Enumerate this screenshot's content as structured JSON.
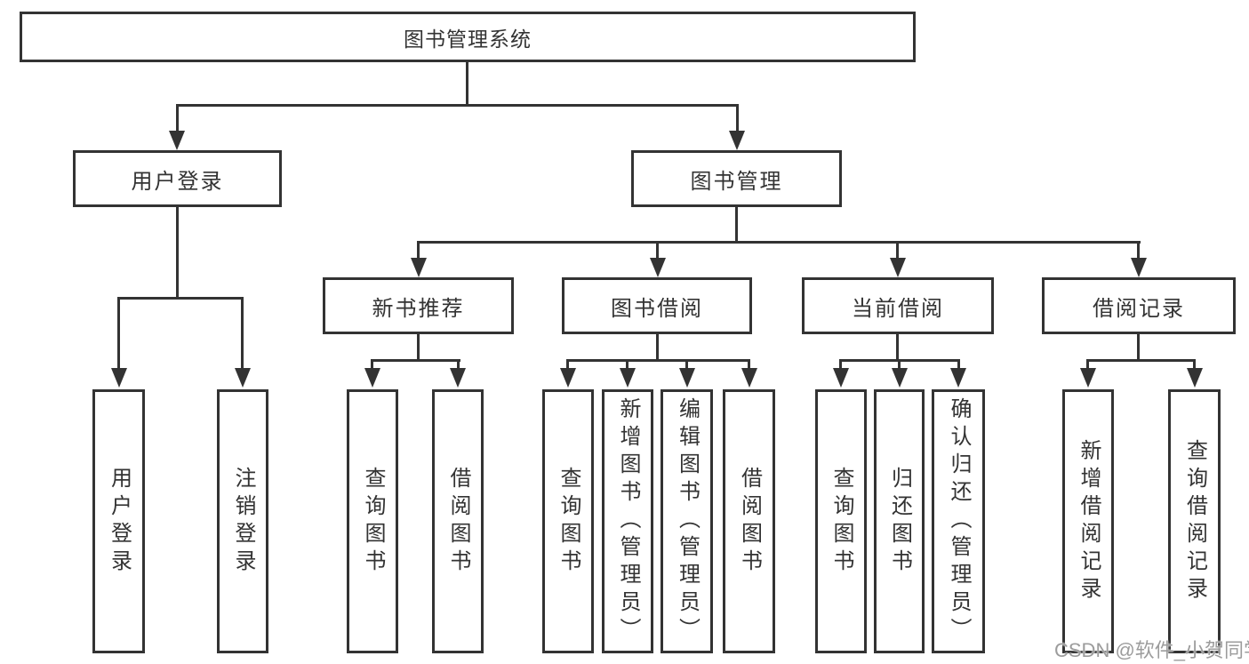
{
  "tree": {
    "root": {
      "label": "图书管理系统"
    },
    "level2": [
      {
        "label": "用户登录",
        "children": [
          "用户登录",
          "注销登录"
        ]
      },
      {
        "label": "图书管理"
      }
    ],
    "level3": [
      {
        "label": "新书推荐",
        "children": [
          "查询图书",
          "借阅图书"
        ]
      },
      {
        "label": "图书借阅",
        "children": [
          "查询图书",
          "新增图书（管理员）",
          "编辑图书（管理员）",
          "借阅图书"
        ]
      },
      {
        "label": "当前借阅",
        "children": [
          "查询图书",
          "归还图书",
          "确认归还（管理员）"
        ]
      },
      {
        "label": "借阅记录",
        "children": [
          "新增借阅记录",
          "查询借阅记录"
        ]
      }
    ]
  },
  "watermark": {
    "text": "CSDN @软件_小贺同学",
    "color": "#9c9c9c"
  },
  "colors": {
    "line": "#333333",
    "border": "#333333",
    "text": "#333333",
    "background": "#ffffff"
  }
}
